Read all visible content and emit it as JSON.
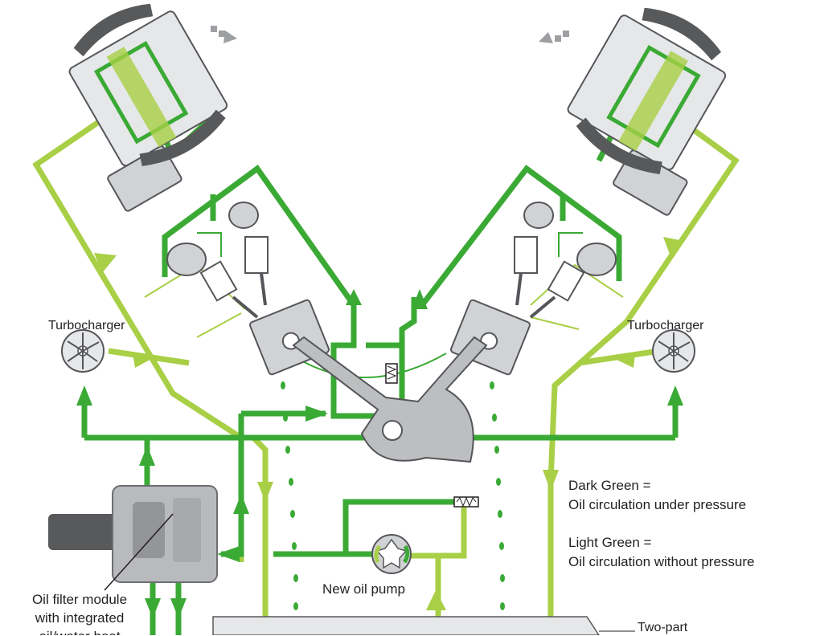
{
  "colors": {
    "dark_green": "#3aaa35",
    "light_green": "#a8cf45",
    "part_grey": "#cfd0d2",
    "part_dark": "#55565a",
    "text": "#231f20"
  },
  "labels": {
    "turbo_left": "Turbocharger",
    "turbo_right": "Turbocharger",
    "legend_dark_title": "Dark Green =",
    "legend_dark_desc": "Oil circulation under pressure",
    "legend_light_title": "Light Green =",
    "legend_light_desc": "Oil circulation without pressure",
    "oil_pump": "New oil pump",
    "oil_filter_line1": "Oil filter module",
    "oil_filter_line2": "with integrated",
    "oil_filter_line3": "oil/water heat",
    "sump": "Two-part"
  },
  "icons": {
    "turbo": "turbine-icon",
    "pump": "gear-pump-icon",
    "filter": "oil-filter-module-icon",
    "cam": "camshaft-adjuster-icon",
    "valve": "valve-spring-icon",
    "piston": "piston-icon",
    "crank": "crankshaft-icon",
    "relief": "pressure-relief-valve-icon"
  }
}
